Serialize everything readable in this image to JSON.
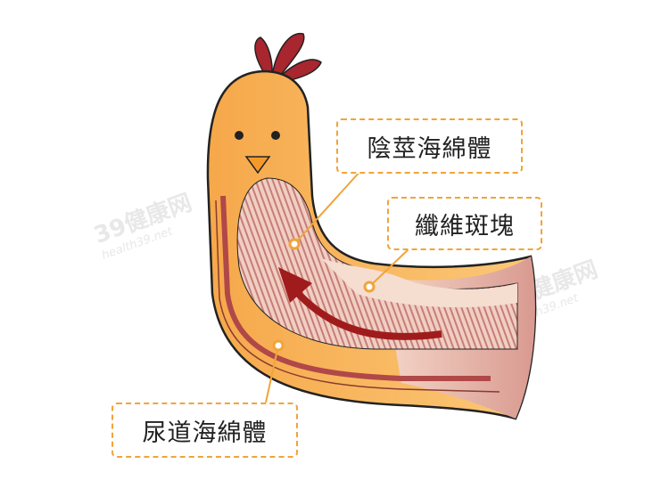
{
  "labels": {
    "corpus_cavernosum": "陰莖海綿體",
    "fibrous_plaque": "纖維斑塊",
    "corpus_spongiosum": "尿道海綿體"
  },
  "watermark": {
    "brand": "39健康网",
    "site": "health39.net"
  },
  "colors": {
    "accent": "#f0a43a",
    "body": "#f8b55c",
    "tissue": "#f0c7b8",
    "arrow": "#a01c1c",
    "comb": "#a8262e"
  }
}
